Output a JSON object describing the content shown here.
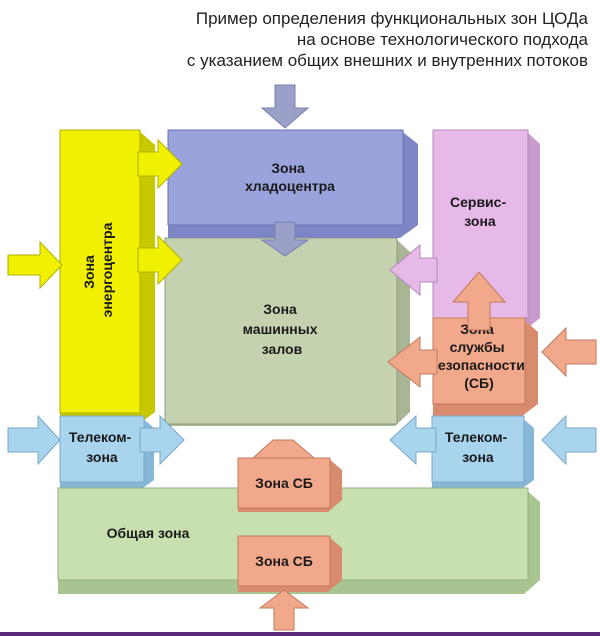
{
  "title": {
    "line1": "Пример определения функциональных зон ЦОДа",
    "line2": "на основе технологического подхода",
    "line3": "с указанием общих внешних и внутренних потоков"
  },
  "zones": {
    "cooling": [
      "Зона",
      "хладоцентра"
    ],
    "energy": [
      "Зона",
      "энергоцентра"
    ],
    "service": [
      "Сервис-",
      "зона"
    ],
    "machine": [
      "Зона",
      "машинных",
      "залов"
    ],
    "security": [
      "Зона",
      "службы",
      "безопасности",
      "(СБ)"
    ],
    "telecom_left": [
      "Телеком-",
      "зона"
    ],
    "telecom_right": [
      "Телеком-",
      "зона"
    ],
    "common": [
      "Общая зона"
    ],
    "sb_upper": [
      "Зона СБ"
    ],
    "sb_lower": [
      "Зона СБ"
    ]
  },
  "colors": {
    "cooling": "#9aa3dc",
    "energy": "#f0f000",
    "service": "#e6b9e8",
    "machine": "#c5d2b0",
    "security": "#f2a88a",
    "telecom": "#a9d4ee",
    "common": "#c8e0b0",
    "arrow_grey": "#9aa0c8"
  }
}
